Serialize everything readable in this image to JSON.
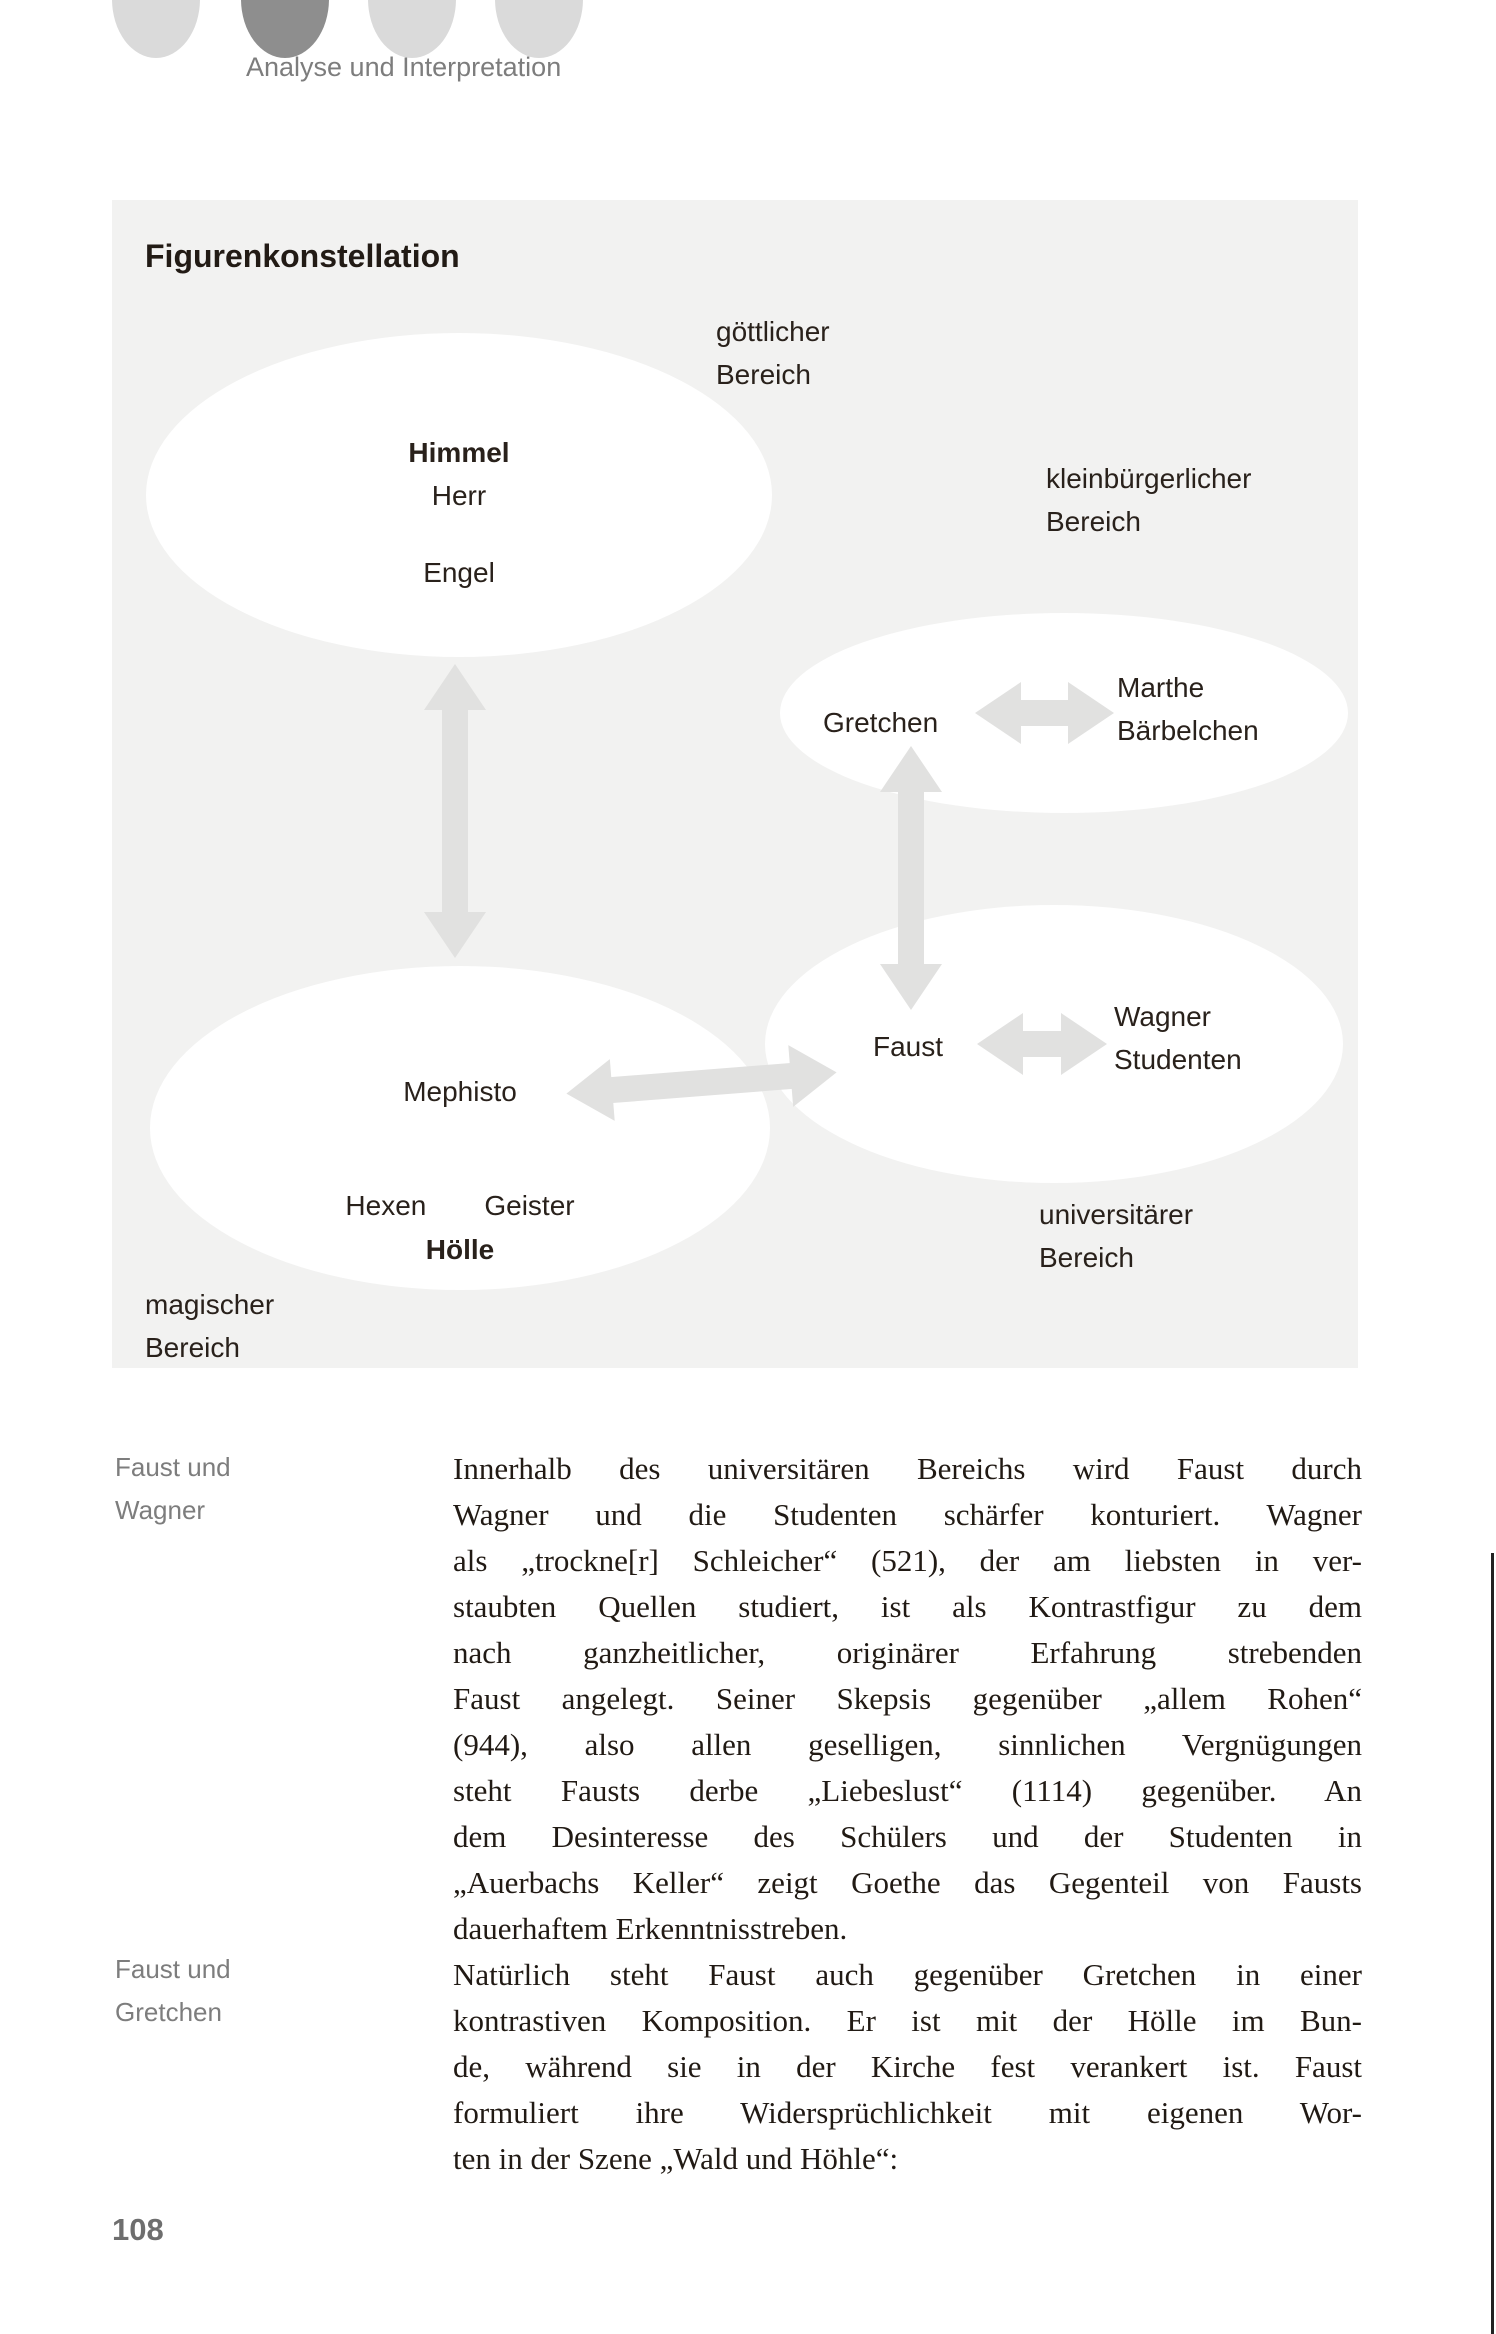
{
  "header": {
    "title": "Analyse und Interpretation"
  },
  "diagram": {
    "title": "Figurenkonstellation",
    "regions": {
      "goettlicher": {
        "line1": "göttlicher",
        "line2": "Bereich"
      },
      "kleinbuergerlicher": {
        "line1": "kleinbürgerlicher",
        "line2": "Bereich"
      },
      "universitaerer": {
        "line1": "universitärer",
        "line2": "Bereich"
      },
      "magischer": {
        "line1": "magischer",
        "line2": "Bereich"
      }
    },
    "nodes": {
      "himmel": "Himmel",
      "herr": "Herr",
      "engel": "Engel",
      "gretchen": "Gretchen",
      "marthe": "Marthe",
      "baerbelchen": "Bärbelchen",
      "mephisto": "Mephisto",
      "hexen": "Hexen",
      "geister": "Geister",
      "hoelle": "Hölle",
      "faust": "Faust",
      "wagner": "Wagner",
      "studenten": "Studenten"
    },
    "colors": {
      "panel": "#f2f2f1",
      "arrow": "#e1e1e0",
      "dot_light": "#dadada",
      "dot_dark": "#8e8e8e"
    }
  },
  "margin_notes": {
    "note1": {
      "line1": "Faust und",
      "line2": "Wagner"
    },
    "note2": {
      "line1": "Faust und",
      "line2": "Gretchen"
    }
  },
  "body": {
    "lines": [
      "Innerhalb des universitären Bereichs wird Faust durch",
      "Wagner und die Studenten schärfer konturiert. Wagner",
      "als „trockne[r] Schleicher“ (521), der am liebsten in ver-",
      "staubten Quellen studiert, ist als Kontrastfigur zu dem",
      "nach ganzheitlicher, originärer Erfahrung strebenden",
      "Faust angelegt. Seiner Skepsis gegenüber „allem Rohen“",
      "(944), also allen geselligen, sinnlichen Vergnügungen",
      "steht Fausts derbe „Liebeslust“ (1114) gegenüber. An",
      "dem Desinteresse des Schülers und der Studenten in",
      "„Auerbachs Keller“ zeigt Goethe das Gegenteil von Fausts",
      "dauerhaftem Erkenntnisstreben.",
      "Natürlich steht Faust auch gegenüber Gretchen in einer",
      "kontrastiven Komposition. Er ist mit der Hölle im Bun-",
      "de, während sie in der Kirche fest verankert ist. Faust",
      "formuliert ihre Widersprüchlichkeit mit eigenen Wor-",
      "ten in der Szene „Wald und Höhle“:"
    ]
  },
  "footer": {
    "page_number": "108"
  }
}
